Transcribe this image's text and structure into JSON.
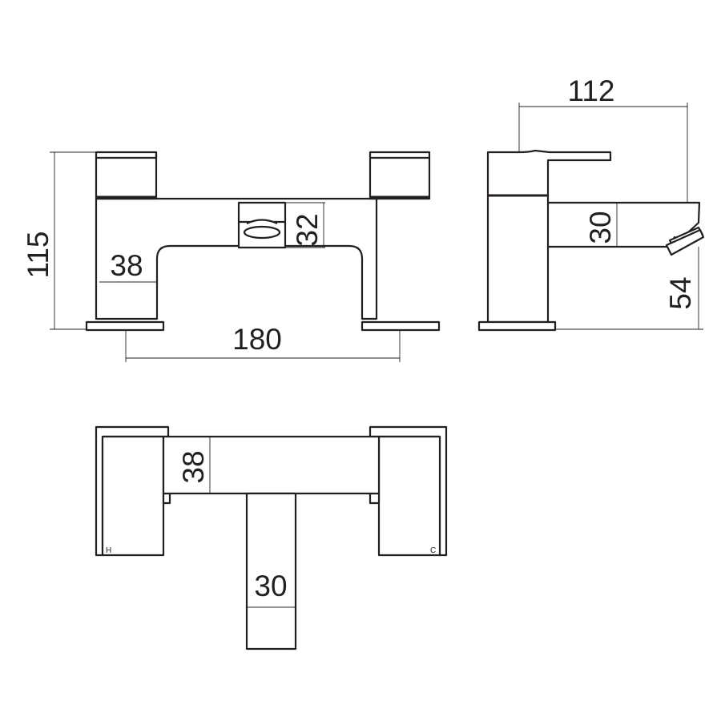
{
  "dimensions": {
    "overall_height": "115",
    "body_height": "38",
    "diverter_height": "32",
    "centres": "180",
    "projection": "112",
    "spout_thickness": "30",
    "spout_clearance": "54",
    "plan_body_depth": "38",
    "plan_spout_width": "30"
  },
  "markings": {
    "hot": "H",
    "cold": "C"
  }
}
